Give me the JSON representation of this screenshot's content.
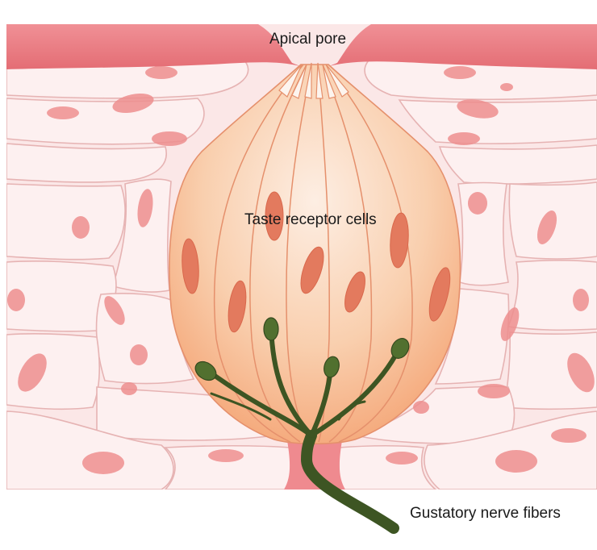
{
  "labels": {
    "apical_pore": "Apical pore",
    "taste_receptor_cells": "Taste receptor cells",
    "gustatory_nerve_fibers": "Gustatory nerve fibers"
  },
  "colors": {
    "epithelium_fill": "#fbe7e7",
    "epithelium_outline": "#e6b3b3",
    "surface_layer": "#ec7a80",
    "nucleus": "#ee8f8f",
    "bud_light": "#fdeee3",
    "bud_dark": "#f4a373",
    "bud_outline": "#e5906c",
    "receptor_nucleus": "#e37a5e",
    "nerve_fiber": "#3d5523",
    "nerve_ending": "#51702f"
  }
}
